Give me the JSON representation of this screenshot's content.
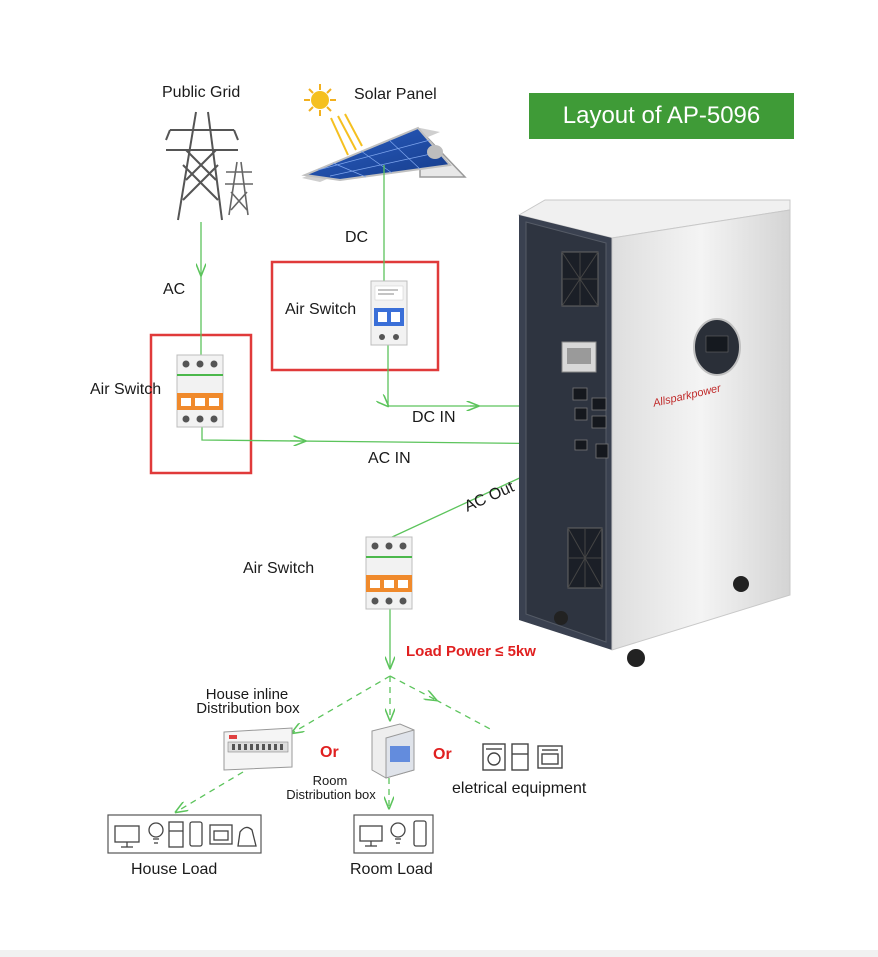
{
  "title": "Layout of AP-5096",
  "sources": {
    "grid": "Public Grid",
    "solar": "Solar Panel"
  },
  "links": {
    "ac": "AC",
    "dc": "DC",
    "dc_in": "DC IN",
    "ac_in": "AC IN",
    "ac_out": "AC Out"
  },
  "switches": {
    "grid": "Air Switch",
    "solar": "Air Switch",
    "output": "Air Switch"
  },
  "load_power": "Load Power ≤ 5kw",
  "distribution": {
    "house_box_line1": "House inline",
    "house_box_line2": "Distribution box",
    "or1": "Or",
    "room_box_line1": "Room",
    "room_box_line2": "Distribution box",
    "or2": "Or",
    "equipment": "eletrical equipment"
  },
  "loads": {
    "house": "House Load",
    "room": "Room Load"
  },
  "brand": "Allsparkpower",
  "colors": {
    "wire": "#5cc45c",
    "highlight": "#e03a3a",
    "title_bg": "#3f9b37",
    "breaker": "#f08a2c",
    "breaker_blue": "#3a6fd8",
    "load_red": "#e02020"
  }
}
